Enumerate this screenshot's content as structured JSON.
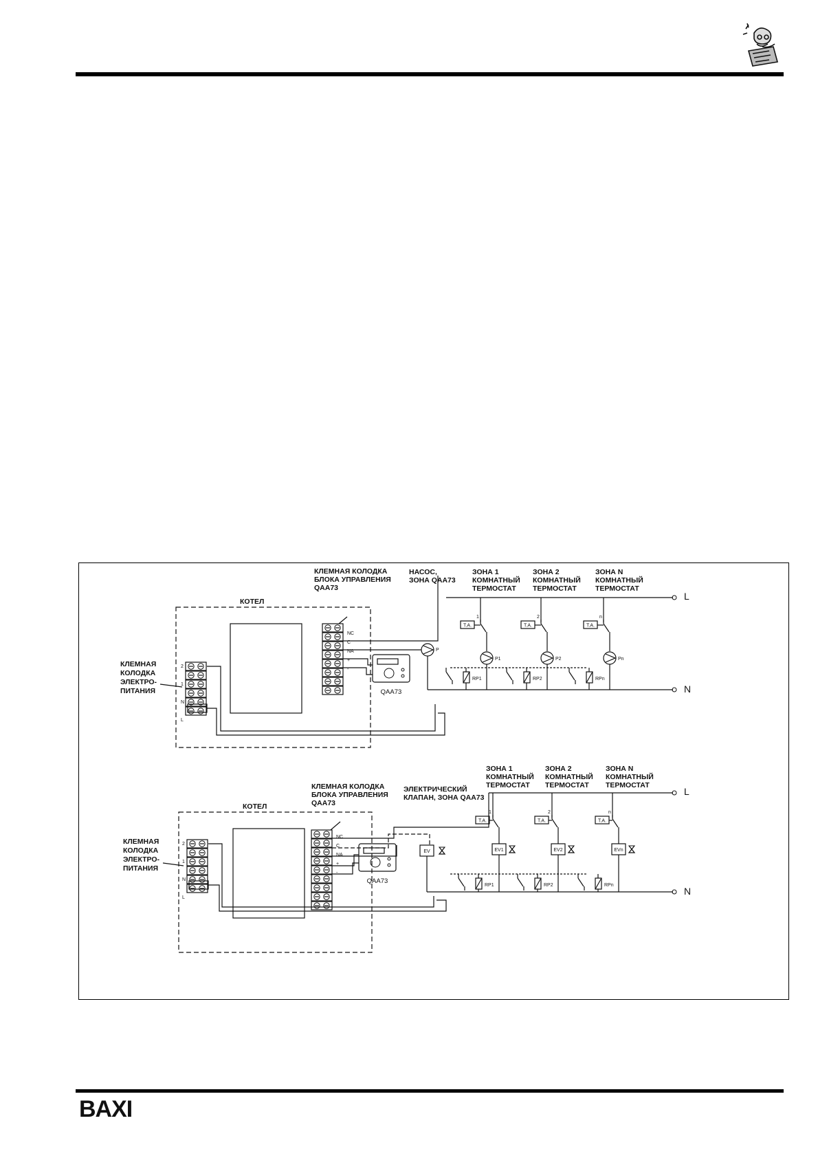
{
  "brand": {
    "logo_text": "BAXI"
  },
  "icons": {
    "header_icon": "reading-engineer-icon"
  },
  "colors": {
    "ink": "#111111",
    "rule": "#000000",
    "background": "#ffffff"
  },
  "diagram_top": {
    "title_boiler": "КОТЕЛ",
    "terminal_block_label": [
      "КЛЕМНАЯ КОЛОДКА",
      "БЛОКА УПРАВЛЕНИЯ",
      "QAA73"
    ],
    "power_block_label": [
      "КЛЕМНАЯ",
      "КОЛОДКА",
      "ЭЛЕКТРО-",
      "ПИТАНИЯ"
    ],
    "pump_label": [
      "НАСОС,",
      "ЗОНА QAA73"
    ],
    "zones": [
      {
        "title": [
          "ЗОНА 1",
          "КОМНАТНЫЙ",
          "ТЕРМОСТАТ"
        ],
        "num": "1",
        "relay": "RP1",
        "pump": "P1"
      },
      {
        "title": [
          "ЗОНА 2",
          "КОМНАТНЫЙ",
          "ТЕРМОСТАТ"
        ],
        "num": "2",
        "relay": "RP2",
        "pump": "P2"
      },
      {
        "title": [
          "ЗОНА  N",
          "КОМНАТНЫЙ",
          "ТЕРМОСТАТ"
        ],
        "num": "n",
        "relay": "RPn",
        "pump": "Pn"
      }
    ],
    "ta_label": "T.A.",
    "pump_main": "P",
    "controller": "QAA73",
    "terminals": [
      "NC",
      "C",
      "NA",
      "+",
      "-"
    ],
    "power_terminals": [
      "2",
      "1",
      "N",
      "L"
    ],
    "rail_L": "L",
    "rail_N": "N"
  },
  "diagram_bottom": {
    "title_boiler": "КОТЕЛ",
    "terminal_block_label": [
      "КЛЕМНАЯ КОЛОДКА",
      "БЛОКА УПРАВЛЕНИЯ",
      "QAA73"
    ],
    "power_block_label": [
      "КЛЕМНАЯ",
      "КОЛОДКА",
      "ЭЛЕКТРО-",
      "ПИТАНИЯ"
    ],
    "valve_label": [
      "ЭЛЕКТРИЧЕСКИЙ",
      "КЛАПАН, ЗОНА QAA73"
    ],
    "zones": [
      {
        "title": [
          "ЗОНА 1",
          "КОМНАТНЫЙ",
          "ТЕРМОСТАТ"
        ],
        "num": "1",
        "relay": "RP1",
        "valve": "EV1"
      },
      {
        "title": [
          "ЗОНА 2",
          "КОМНАТНЫЙ",
          "ТЕРМОСТАТ"
        ],
        "num": "2",
        "relay": "RP2",
        "valve": "EV2"
      },
      {
        "title": [
          "ЗОНА N",
          "КОМНАТНЫЙ",
          "ТЕРМОСТАТ"
        ],
        "num": "n",
        "relay": "RPn",
        "valve": "EVn"
      }
    ],
    "ta_label": "T.A.",
    "valve_main": "EV",
    "controller": "QAA73",
    "terminals": [
      "NC",
      "C",
      "NA",
      "+",
      "-"
    ],
    "power_terminals": [
      "2",
      "1",
      "N",
      "L"
    ],
    "rail_L": "L",
    "rail_N": "N"
  }
}
